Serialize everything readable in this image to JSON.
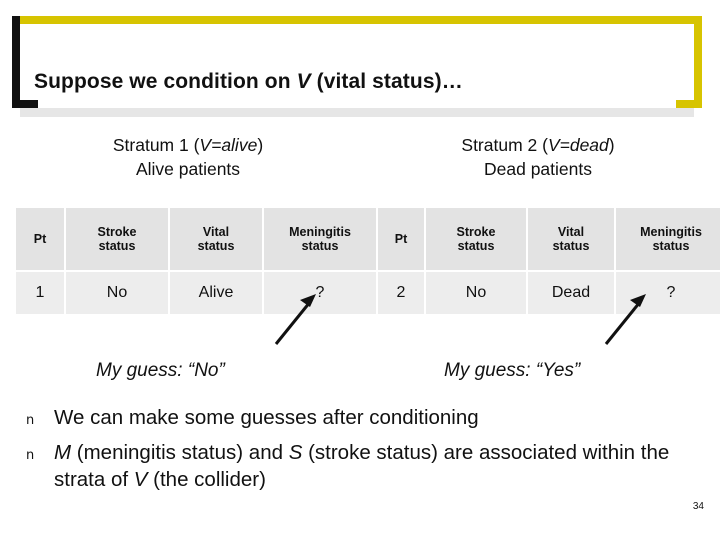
{
  "slide": {
    "title_plain": "Suppose we condition on V (vital status)…",
    "title_pre": "Suppose we condition on ",
    "title_italic_v": "V",
    "title_post": " (vital status)…",
    "page_number": "34",
    "accent_color": "#d7c400",
    "bracket_color": "#111111",
    "header_band_color": "#e3e3e3",
    "cell_band_color": "#ededed"
  },
  "strata": [
    {
      "heading_line1_pre": "Stratum 1 (",
      "heading_line1_italic": "V=alive",
      "heading_line1_post": ")",
      "heading_line2": "Alive patients",
      "columns": [
        "Pt",
        "Stroke status",
        "Vital status",
        "Meningitis status"
      ],
      "columns_split": [
        [
          "Pt",
          ""
        ],
        [
          "Stroke",
          "status"
        ],
        [
          "Vital",
          "status"
        ],
        [
          "Meningitis",
          "status"
        ]
      ],
      "rows": [
        {
          "pt": "1",
          "stroke": "No",
          "vital": "Alive",
          "meningitis": "?"
        }
      ],
      "guess": "My guess: “No”"
    },
    {
      "heading_line1_pre": "Stratum 2 (",
      "heading_line1_italic": "V=dead",
      "heading_line1_post": ")",
      "heading_line2": "Dead patients",
      "columns": [
        "Pt",
        "Stroke status",
        "Vital status",
        "Meningitis status"
      ],
      "columns_split": [
        [
          "Pt",
          ""
        ],
        [
          "Stroke",
          "status"
        ],
        [
          "Vital",
          "status"
        ],
        [
          "Meningitis",
          "status"
        ]
      ],
      "rows": [
        {
          "pt": "2",
          "stroke": "No",
          "vital": "Dead",
          "meningitis": "?"
        }
      ],
      "guess": "My guess: “Yes”"
    }
  ],
  "bullets": [
    {
      "marker": "n",
      "text_plain": "We can make some guesses after conditioning",
      "parts": [
        {
          "text": "We can make some guesses after conditioning",
          "italic": false
        }
      ]
    },
    {
      "marker": "n",
      "text_plain": "M (meningitis status) and S (stroke status) are associated within the strata of V (the collider)",
      "parts": [
        {
          "text": "M",
          "italic": true
        },
        {
          "text": " (meningitis status) and ",
          "italic": false
        },
        {
          "text": "S",
          "italic": true
        },
        {
          "text": " (stroke status) are associated within the strata of ",
          "italic": false
        },
        {
          "text": "V",
          "italic": true
        },
        {
          "text": " (the collider)",
          "italic": false
        }
      ]
    }
  ]
}
